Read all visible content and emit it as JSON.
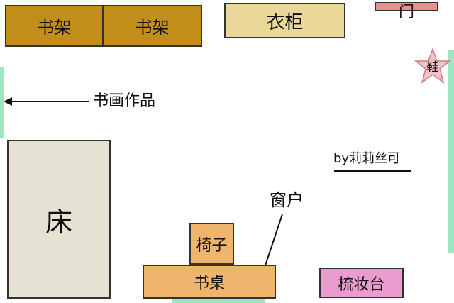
{
  "colors": {
    "bookshelf": "#c18e1a",
    "wardrobe": "#ead79a",
    "door": "#ea8f8f",
    "bed": "#e6e3d4",
    "chair": "#efb56c",
    "desk": "#efb56c",
    "vanity": "#e99ccd",
    "wall_marker": "#9ce7c1",
    "shoe_star": "#f7c2c6",
    "outline": "#333333"
  },
  "items": {
    "bookshelf_1": "书架",
    "bookshelf_2": "书架",
    "wardrobe": "衣柜",
    "door": "门",
    "shoes": "鞋",
    "artwork": "书画作品",
    "bed": "床",
    "signature": "by莉莉丝可",
    "window": "窗户",
    "chair": "椅子",
    "desk": "书桌",
    "vanity": "梳妆台"
  }
}
